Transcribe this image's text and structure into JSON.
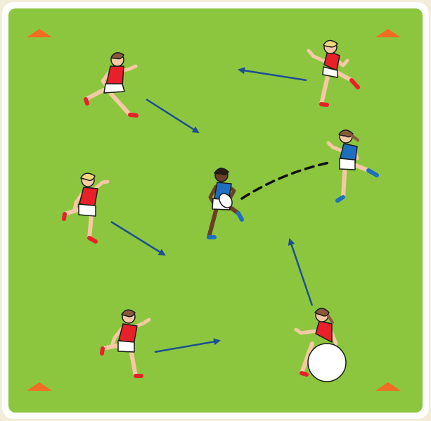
{
  "colors": {
    "background": "#f3ecd8",
    "field_border": "#ffffff",
    "field": "#8cc63f",
    "cone": "#f26c21",
    "arrow": "#1d4f91",
    "pass_line": "#111111",
    "red_team_shirt": "#e8202a",
    "blue_team_shirt": "#1f6fc0",
    "shorts": "#ffffff",
    "ball": "#ffffff",
    "outline": "#1a1a1a",
    "skin_light": "#f5c9a6",
    "skin_dark": "#6b3f26",
    "hair_brown": "#8a5a3b",
    "hair_blonde": "#f4d77a"
  },
  "field": {
    "cones": 4,
    "players": [
      {
        "id": "red-runner-top-left",
        "team": "red",
        "hair": "brown",
        "skin": "light"
      },
      {
        "id": "red-runner-top-right",
        "team": "red",
        "hair": "blonde",
        "skin": "light"
      },
      {
        "id": "red-runner-middle-left",
        "team": "red",
        "hair": "blonde",
        "skin": "light"
      },
      {
        "id": "red-runner-bottom-left",
        "team": "red",
        "hair": "brown",
        "skin": "light"
      },
      {
        "id": "red-player-on-ball",
        "team": "red",
        "hair": "brown",
        "skin": "light"
      },
      {
        "id": "blue-ball-carrier",
        "team": "blue",
        "hair": "dark",
        "skin": "dark"
      },
      {
        "id": "blue-passer",
        "team": "blue",
        "hair": "brown",
        "skin": "light"
      }
    ],
    "movement_arrows": 5,
    "pass_lines": 1
  }
}
